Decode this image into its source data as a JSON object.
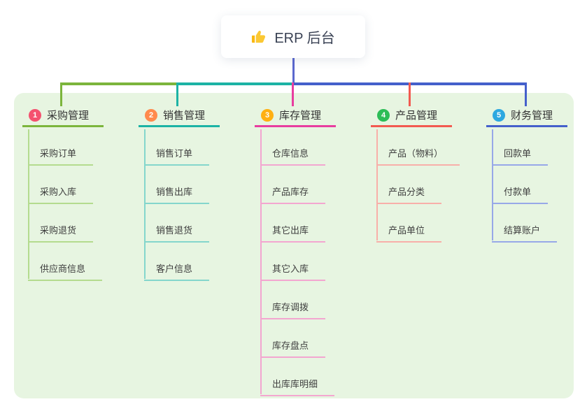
{
  "root": {
    "icon": "thumbs-up-icon",
    "title": "ERP 后台"
  },
  "connectors": {
    "root_line_color": "#5b68ce"
  },
  "canvas": {
    "panel_bg": "#e7f5e1",
    "background": "#ffffff"
  },
  "branches": [
    {
      "index": "1",
      "title": "采购管理",
      "badge_color": "#f4516f",
      "line_color": "#7cb53c",
      "light_line_color": "#b4db8e",
      "children": [
        "采购订单",
        "采购入库",
        "采购退货",
        "供应商信息"
      ]
    },
    {
      "index": "2",
      "title": "销售管理",
      "badge_color": "#ff8a4d",
      "line_color": "#1cb3a5",
      "light_line_color": "#84d6cc",
      "children": [
        "销售订单",
        "销售出库",
        "销售退货",
        "客户信息"
      ]
    },
    {
      "index": "3",
      "title": "库存管理",
      "badge_color": "#ffb012",
      "line_color": "#e83d9f",
      "light_line_color": "#f3a6d0",
      "children": [
        "仓库信息",
        "产品库存",
        "其它出库",
        "其它入库",
        "库存调拨",
        "库存盘点",
        "出库库明细"
      ]
    },
    {
      "index": "4",
      "title": "产品管理",
      "badge_color": "#2dbd57",
      "line_color": "#f25a50",
      "light_line_color": "#f8afa9",
      "children": [
        "产品（物料）",
        "产品分类",
        "产品单位"
      ]
    },
    {
      "index": "5",
      "title": "财务管理",
      "badge_color": "#2da8e0",
      "line_color": "#4560cb",
      "light_line_color": "#97a8e8",
      "children": [
        "回款单",
        "付款单",
        "结算账户"
      ]
    }
  ]
}
